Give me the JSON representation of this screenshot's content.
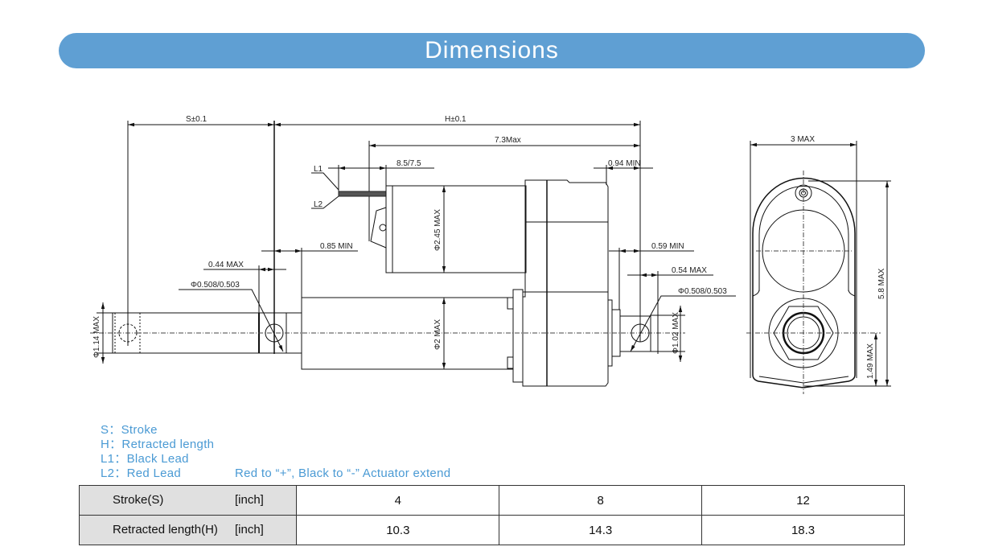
{
  "header": {
    "title": "Dimensions"
  },
  "drawing": {
    "side_view": {
      "stroke_dim": "S±0.1",
      "retracted_dim": "H±0.1",
      "overall_max": "7.3Max",
      "lead_length": "8.5/7.5",
      "lead1": "L1",
      "lead2": "L2",
      "motor_dia": "Φ2.45 MAX",
      "tube_dia": "Φ2 MAX",
      "rod_end_dia": "Φ1.14 MAX",
      "front_min": "0.85 MIN",
      "front_max": "0.44 MAX",
      "front_hole": "Φ0.508/0.503",
      "rear_min_top": "0.94 MIN",
      "rear_min": "0.59 MIN",
      "rear_max": "0.54 MAX",
      "rear_hole": "Φ0.508/0.503",
      "rear_clevis_dia": "Φ1.02 MAX"
    },
    "end_view": {
      "width": "3 MAX",
      "height": "5.8 MAX",
      "center_height": "1.49 MAX"
    }
  },
  "legend": {
    "items": [
      "S：Stroke",
      "H：Retracted length",
      "L1：Black Lead",
      "L2：Red Lead"
    ],
    "note": "Red to “+”, Black to “-”  Actuator extend"
  },
  "table": {
    "rows": [
      {
        "label": "Stroke(S)",
        "unit": "[inch]",
        "values": [
          "4",
          "8",
          "12"
        ]
      },
      {
        "label": "Retracted length(H)",
        "unit": "[inch]",
        "values": [
          "10.3",
          "14.3",
          "18.3"
        ]
      }
    ]
  },
  "colors": {
    "header_bg": "#5f9fd3",
    "legend_text": "#4a9ad4",
    "table_label_bg": "#e0e0e0"
  }
}
